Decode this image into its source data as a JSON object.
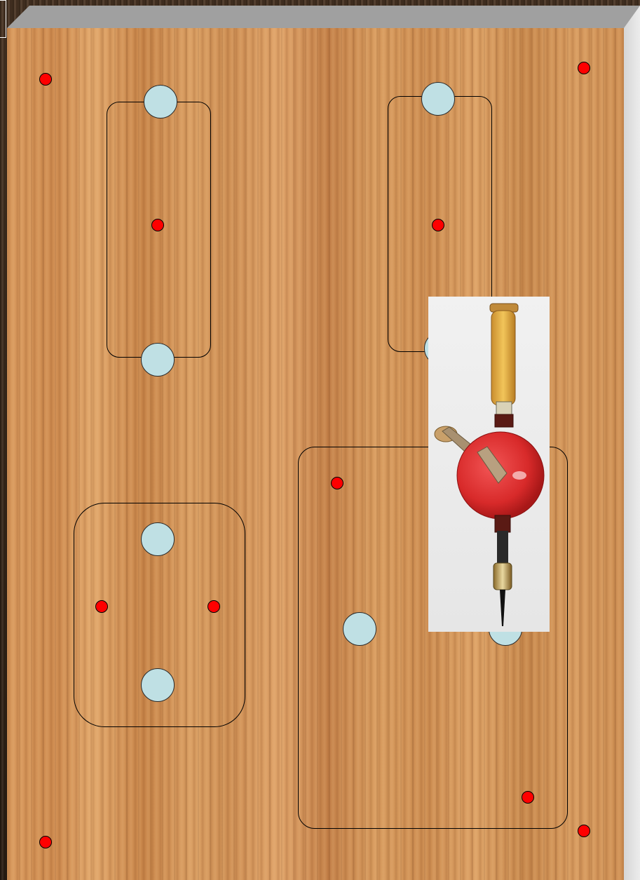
{
  "scene": {
    "board_color": "#d39558",
    "pin_color": "#bfe0e4",
    "dot_color": "#ff0000",
    "outline_color": "#000000"
  },
  "pieces": [
    {
      "name": "piece-tall-left"
    },
    {
      "name": "piece-tall-right"
    },
    {
      "name": "piece-square-left"
    },
    {
      "name": "piece-large-right"
    }
  ],
  "image": {
    "icon": "hand-drill-icon"
  }
}
